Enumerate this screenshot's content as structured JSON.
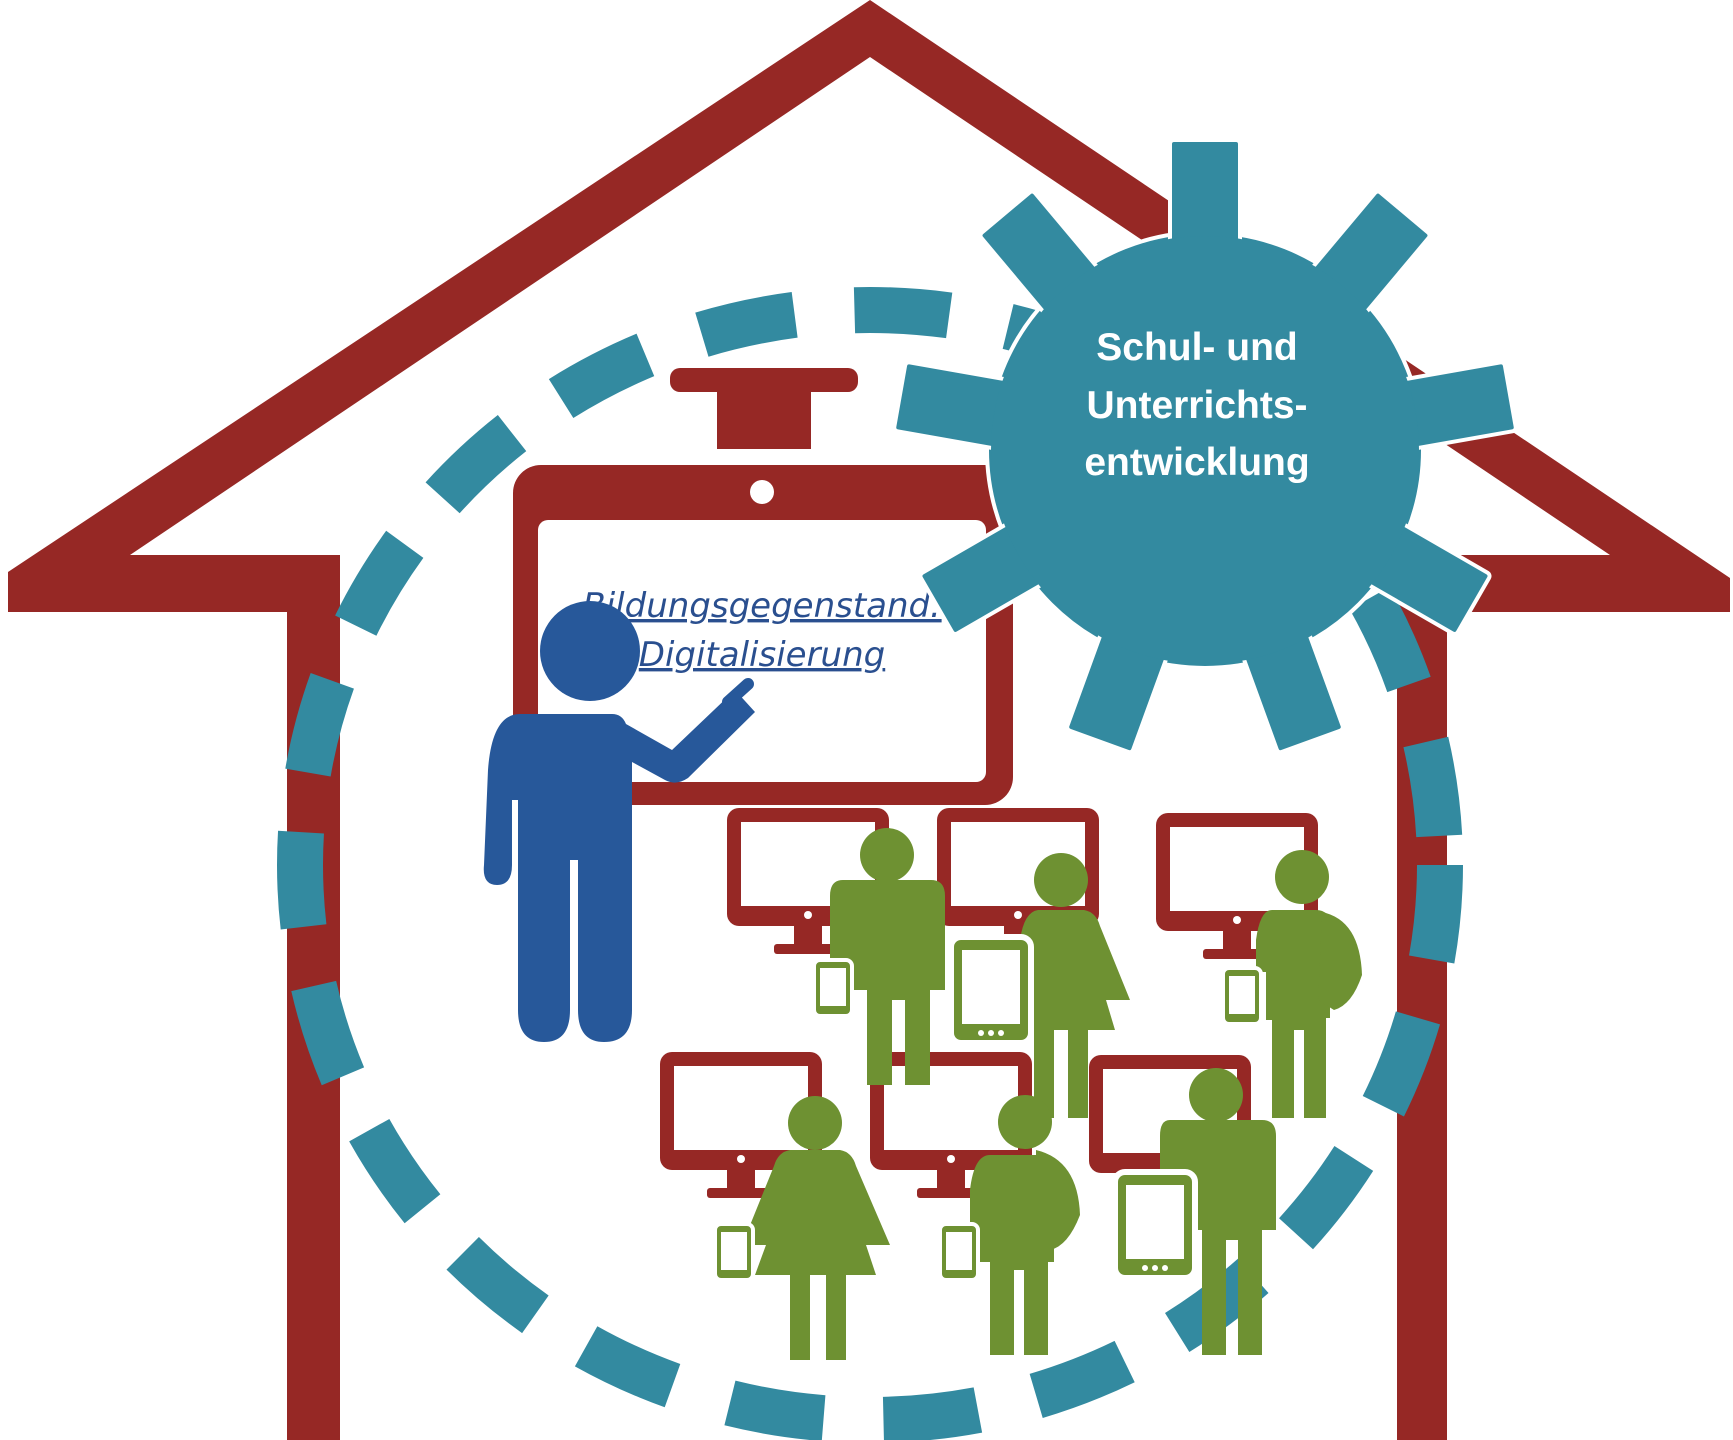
{
  "colors": {
    "house": "#962825",
    "gear": "#338aa0",
    "teacher": "#27589a",
    "students": "#6e9132",
    "board_text": "#2a4f8f"
  },
  "board": {
    "line1": "Bildungsgegenstand:",
    "line2": "Digitalisierung"
  },
  "gear": {
    "line1": "Schul- und",
    "line2": "Unterrichts-",
    "line3": "entwicklung"
  },
  "icons": [
    "house-icon",
    "gear-icon",
    "whiteboard-icon",
    "teacher-icon",
    "student-icon",
    "monitor-icon",
    "tablet-icon",
    "smartphone-icon",
    "backpack-icon"
  ]
}
